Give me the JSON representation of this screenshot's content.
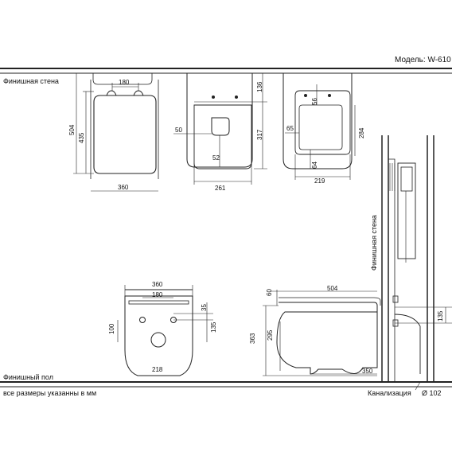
{
  "header": {
    "model": "Модель: W-610"
  },
  "labels": {
    "finish_wall": "Финишная стена",
    "finish_floor": "Финишный пол",
    "finish_wall_side": "Финишная стена",
    "all_dims_mm": "все размеры указанны в мм",
    "sewer": "Канализация",
    "sewer_diam": "Ø 102"
  },
  "dims": {
    "top_view": {
      "hole_spacing": "180",
      "height_435": "435",
      "height_504": "504",
      "width_360": "360"
    },
    "back_view": {
      "d136": "136",
      "d317": "317",
      "d50": "50",
      "d52": "52",
      "d261": "261"
    },
    "bottom_view": {
      "d56": "56",
      "d284": "284",
      "d65": "65",
      "d64": "64",
      "d219": "219"
    },
    "front_view": {
      "d360": "360",
      "d180": "180",
      "d35": "35",
      "d100": "100",
      "d135": "135",
      "d218": "218"
    },
    "side_view": {
      "d504": "504",
      "d60": "60",
      "d363": "363",
      "d295": "295",
      "d350": "350",
      "d135": "135"
    }
  }
}
